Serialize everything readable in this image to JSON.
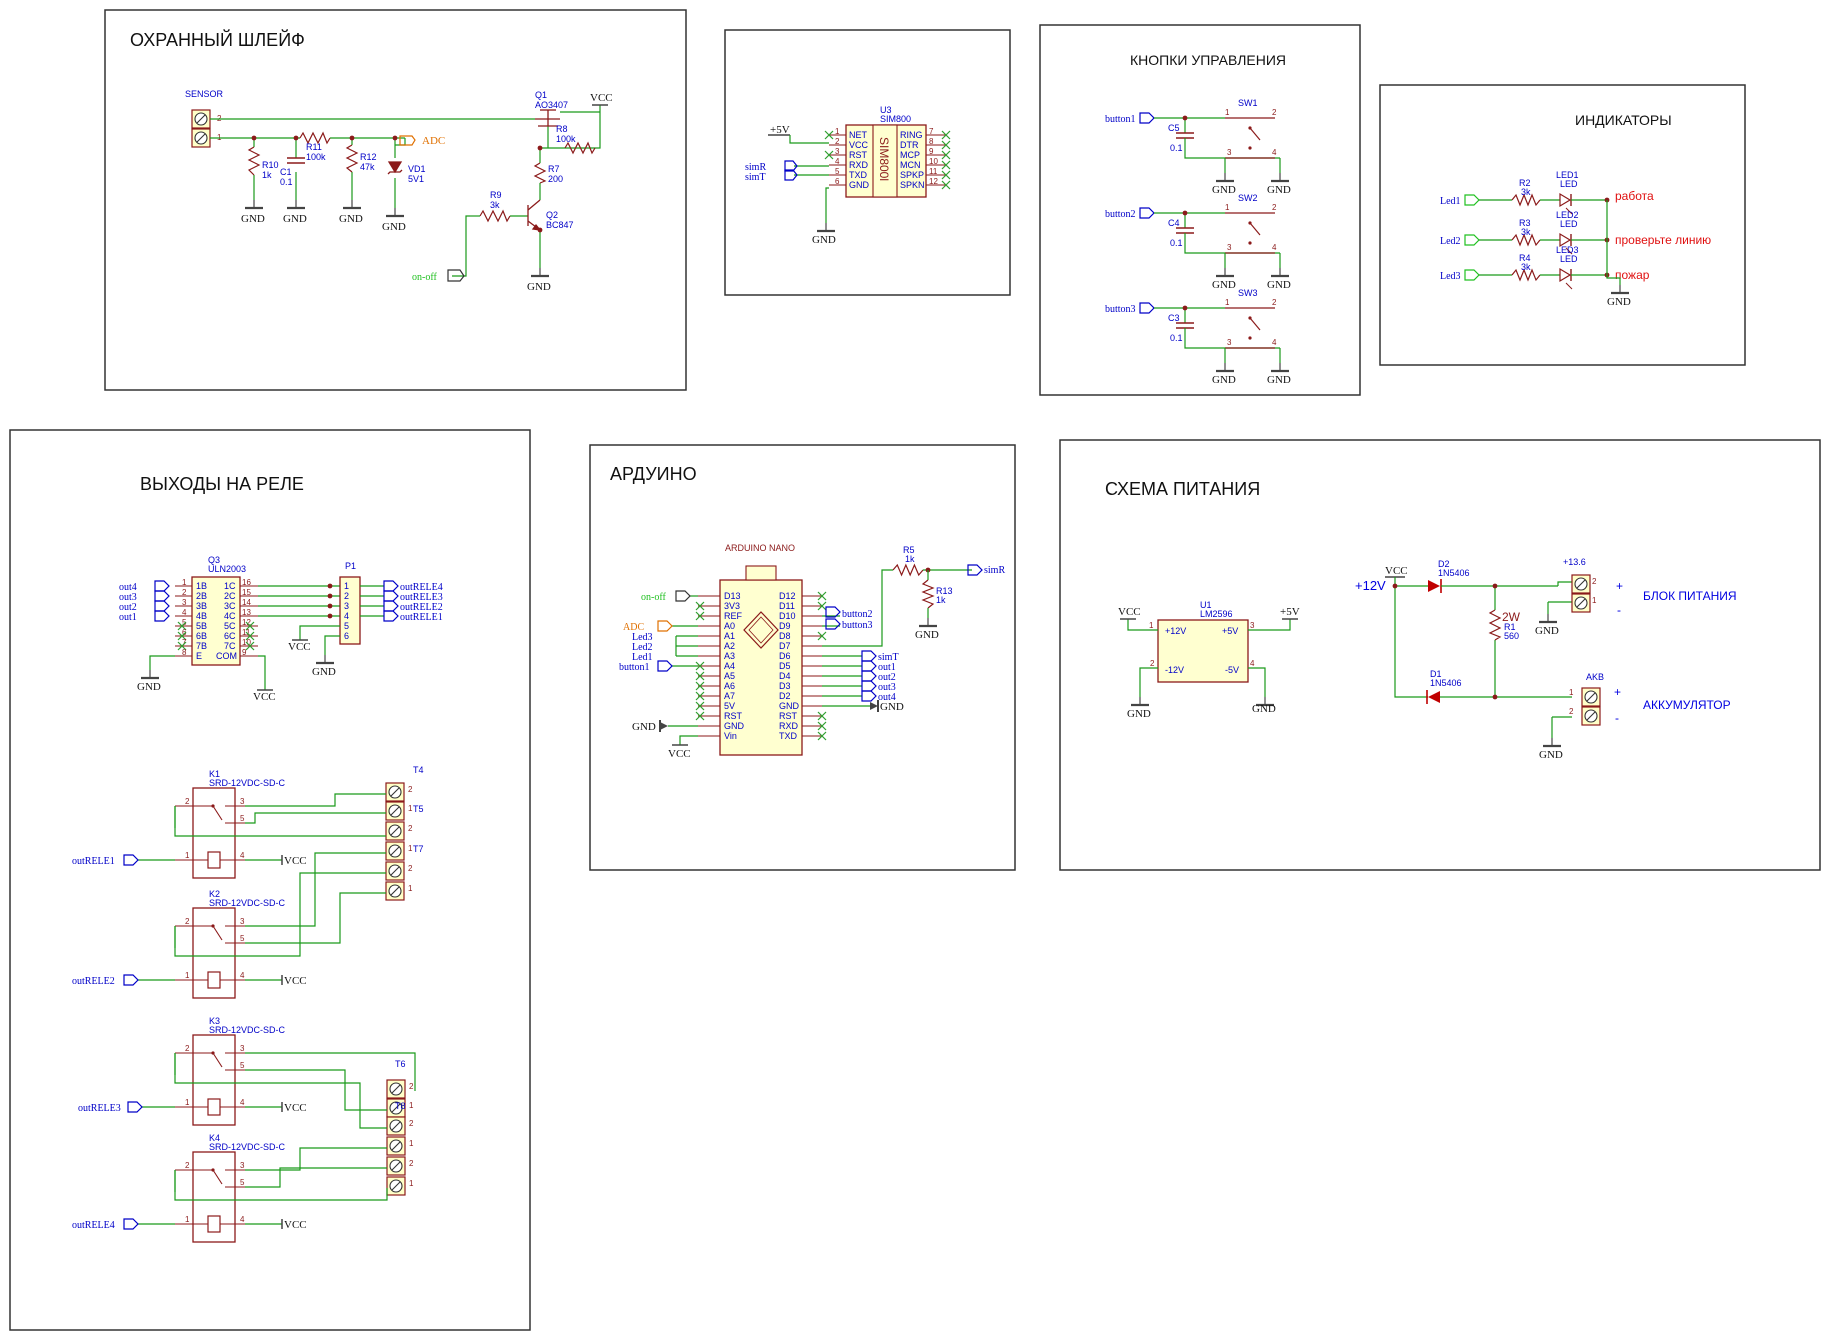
{
  "colors": {
    "frame": "#333333",
    "wire": "#1a9a1a",
    "part": "#8b1a1a",
    "pin_text": "#8b1a1a",
    "net_label": "#0000c8",
    "gnd": "#444444",
    "text": "#111111",
    "red_text": "#e01010",
    "blue_text": "#0000e0",
    "orange": "#e07000",
    "green_label": "#20c020",
    "nc": "#30a030",
    "blocker": "#333333"
  },
  "blocks": {
    "security_loop": {
      "title": "ОХРАННЫЙ ШЛЕЙФ",
      "sensor": "SENSOR",
      "q1": "Q1",
      "q1_part": "AO3407",
      "vcc": "VCC",
      "r8": "R8",
      "r8_val": "100k",
      "adc": "ADC",
      "r10": "R10",
      "r10_val": "1k",
      "c1": "C1",
      "c1_val": "0.1",
      "r11": "R11",
      "r11_val": "100k",
      "r12": "R12",
      "r12_val": "47k",
      "vd1": "VD1",
      "vd1_val": "5V1",
      "r7": "R7",
      "r7_val": "200",
      "r9": "R9",
      "r9_val": "3k",
      "q2": "Q2",
      "q2_part": "BC847",
      "on_off": "on-off",
      "gnd": "GND",
      "pin2": "2",
      "pin1": "1"
    },
    "sim800": {
      "plus5v": "+5V",
      "u3": "U3",
      "u3_part": "SIM800",
      "chip": "SIM800l",
      "left_pins": [
        "NET",
        "VCC",
        "RST",
        "RXD",
        "TXD",
        "GND"
      ],
      "left_nums": [
        "1",
        "2",
        "3",
        "4",
        "5",
        "6"
      ],
      "right_pins": [
        "RING",
        "DTR",
        "MCP",
        "MCN",
        "SPKP",
        "SPKN"
      ],
      "right_nums": [
        "7",
        "8",
        "9",
        "10",
        "11",
        "12"
      ],
      "simR": "simR",
      "simT": "simT",
      "gnd": "GND"
    },
    "buttons": {
      "title": "КНОПКИ УПРАВЛЕНИЯ",
      "rows": [
        {
          "net": "button1",
          "sw": "SW1",
          "cap": "C5",
          "cap_val": "0.1"
        },
        {
          "net": "button2",
          "sw": "SW2",
          "cap": "C4",
          "cap_val": "0.1"
        },
        {
          "net": "button3",
          "sw": "SW3",
          "cap": "C3",
          "cap_val": "0.1"
        }
      ],
      "p1": "1",
      "p2": "2",
      "p3": "3",
      "p4": "4",
      "gnd": "GND"
    },
    "indicators": {
      "title": "ИНДИКАТОРЫ",
      "rows": [
        {
          "net": "Led1",
          "r": "R2",
          "r_val": "3k",
          "led": "LED1",
          "led_type": "LED",
          "text": "работа"
        },
        {
          "net": "Led2",
          "r": "R3",
          "r_val": "3k",
          "led": "LED2",
          "led_type": "LED",
          "text": "проверьте линию"
        },
        {
          "net": "Led3",
          "r": "R4",
          "r_val": "3k",
          "led": "LED3",
          "led_type": "LED",
          "text": "пожар"
        }
      ],
      "gnd": "GND"
    },
    "relay_outputs": {
      "title": "ВЫХОДЫ НА РЕЛЕ",
      "q3": "Q3",
      "q3_part": "ULN2003",
      "uln_left": [
        "1B",
        "2B",
        "3B",
        "4B",
        "5B",
        "6B",
        "7B",
        "E"
      ],
      "uln_left_nums": [
        "1",
        "2",
        "3",
        "4",
        "5",
        "6",
        "7",
        "8"
      ],
      "uln_right": [
        "1C",
        "2C",
        "3C",
        "4C",
        "5C",
        "6C",
        "7C",
        "COM"
      ],
      "uln_right_nums": [
        "16",
        "15",
        "14",
        "13",
        "12",
        "11",
        "10",
        "9"
      ],
      "uln_inputs": [
        "out4",
        "out3",
        "out2",
        "out1"
      ],
      "p1": "P1",
      "p1_nums": [
        "1",
        "2",
        "3",
        "4",
        "5",
        "6"
      ],
      "rele_outs": [
        "outRELE4",
        "outRELE3",
        "outRELE2",
        "outRELE1"
      ],
      "gnd": "GND",
      "vcc": "VCC",
      "relays": [
        {
          "ref": "K1",
          "part": "SRD-12VDC-SD-C",
          "input": "outRELE1"
        },
        {
          "ref": "K2",
          "part": "SRD-12VDC-SD-C",
          "input": "outRELE2"
        },
        {
          "ref": "K3",
          "part": "SRD-12VDC-SD-C",
          "input": "outRELE3"
        },
        {
          "ref": "K4",
          "part": "SRD-12VDC-SD-C",
          "input": "outRELE4"
        }
      ],
      "t4": "T4",
      "t5": "T5",
      "t6": "T6",
      "t7": "T7",
      "t8": "T8",
      "vcc_label": "VCC"
    },
    "arduino": {
      "title": "АРДУИНО",
      "part": "ARDUINO NANO",
      "left_pins": [
        "D13",
        "3V3",
        "REF",
        "A0",
        "A1",
        "A2",
        "A3",
        "A4",
        "A5",
        "A6",
        "A7",
        "5V",
        "RST",
        "GND",
        "Vin"
      ],
      "right_pins": [
        "D12",
        "D11",
        "D10",
        "D9",
        "D8",
        "D7",
        "D6",
        "D5",
        "D4",
        "D3",
        "D2",
        "GND",
        "RST",
        "RXD",
        "TXD"
      ],
      "on_off": "on-off",
      "adc": "ADC",
      "led3": "Led3",
      "led2": "Led2",
      "led1": "Led1",
      "button1": "button1",
      "button2": "button2",
      "button3": "button3",
      "simT": "simT",
      "out1": "out1",
      "out2": "out2",
      "out3": "out3",
      "out4": "out4",
      "simR": "simR",
      "r5": "R5",
      "r5_val": "1k",
      "r13": "R13",
      "r13_val": "1k",
      "gnd": "GND",
      "vcc": "VCC"
    },
    "power": {
      "title": "СХЕМА ПИТАНИЯ",
      "u1": "U1",
      "u1_part": "LM2596",
      "u1_pins": {
        "p12": "+12V",
        "p5": "+5V",
        "m12": "-12V",
        "m5": "-5V"
      },
      "vcc": "VCC",
      "plus5v": "+5V",
      "gnd": "GND",
      "plus12v": "+12V",
      "d2": "D2",
      "d2_part": "1N5406",
      "d1": "D1",
      "d1_part": "1N5406",
      "r1": "R1",
      "r1_val": "560",
      "r1_power": "2W",
      "plus13_6": "+13.6",
      "akb": "AKB",
      "psu_label": "БЛОК ПИТАНИЯ",
      "battery_label": "АККУМУЛЯТОР",
      "plus": "+",
      "minus": "-"
    }
  }
}
